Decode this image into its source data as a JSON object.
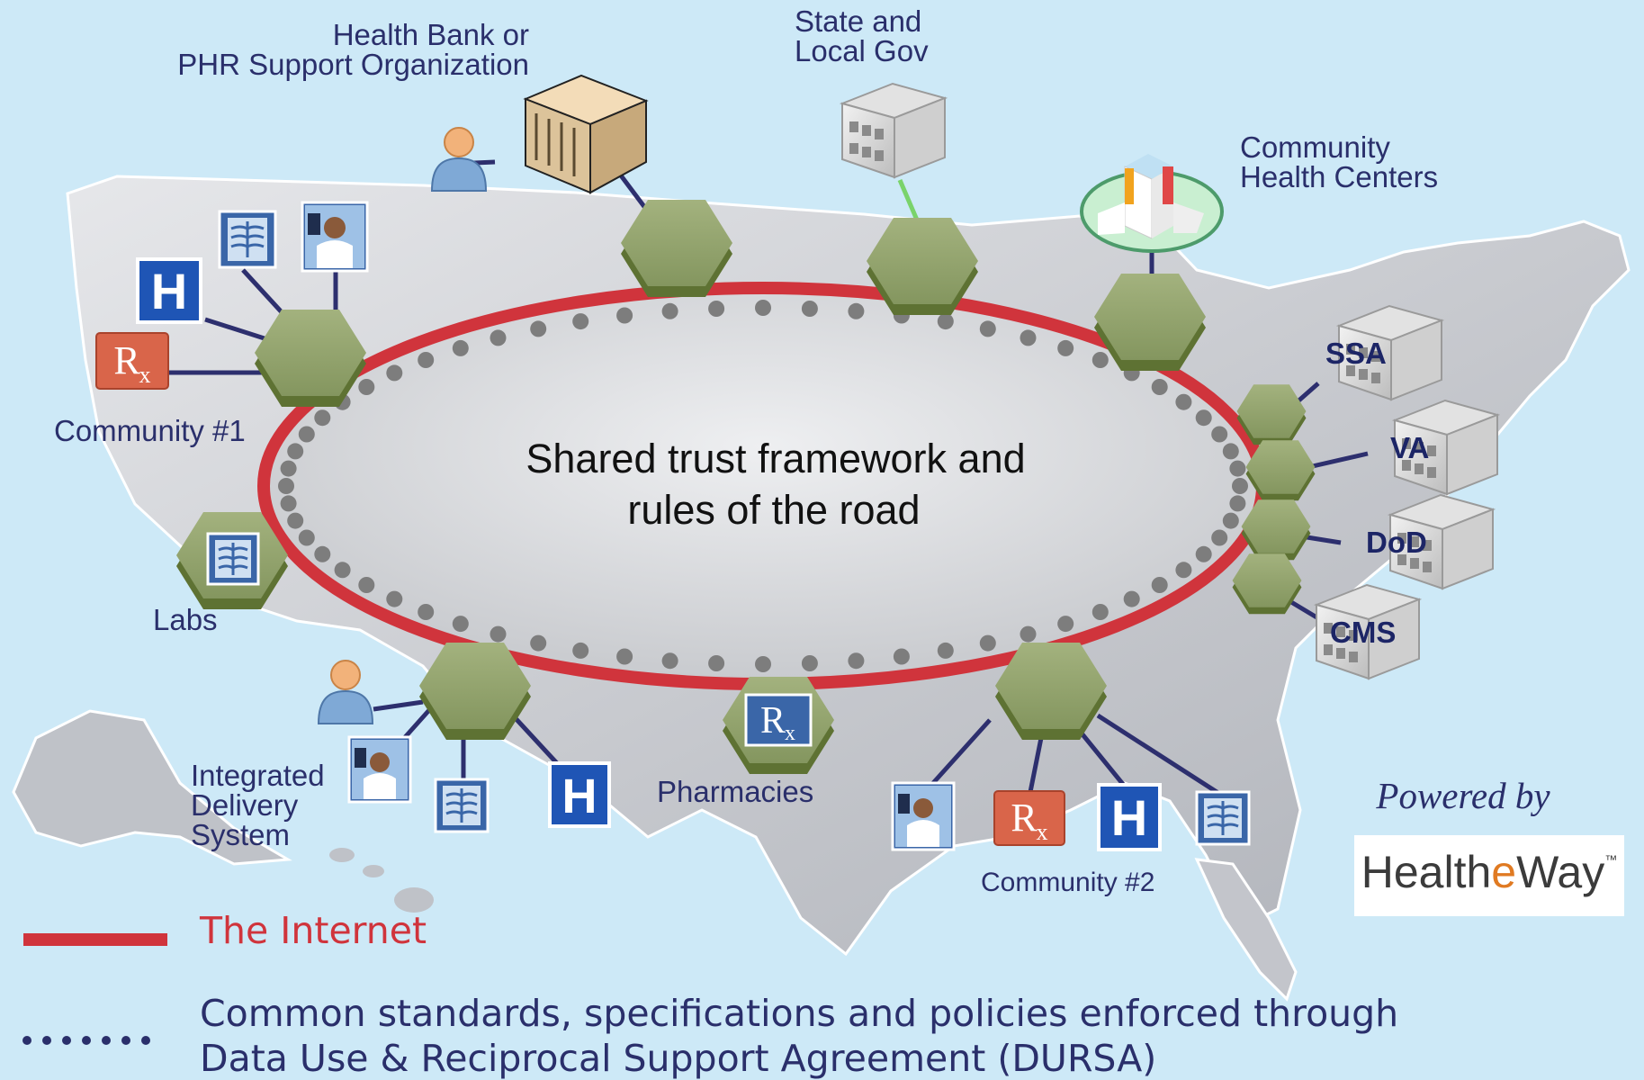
{
  "center": {
    "line1": "Shared trust framework and",
    "line2": "rules of the road"
  },
  "labels": {
    "health_bank_1": "Health Bank or",
    "health_bank_2": "PHR Support Organization",
    "state_gov_1": "State and",
    "state_gov_2": "Local Gov",
    "chc_1": "Community",
    "chc_2": "Health Centers",
    "community1": "Community #1",
    "labs": "Labs",
    "ids_1": "Integrated",
    "ids_2": "Delivery",
    "ids_3": "System",
    "pharmacies": "Pharmacies",
    "community2": "Community #2"
  },
  "agencies": {
    "ssa": "SSA",
    "va": "VA",
    "dod": "DoD",
    "cms": "CMS"
  },
  "icon_text": {
    "rx": "R",
    "rx_sub": "x",
    "hospital": "H"
  },
  "legend": {
    "internet": "The Internet",
    "standards_1": "Common standards, specifications and policies enforced through",
    "standards_2": "Data Use & Reciprocal Support Agreement (DURSA)"
  },
  "brand": {
    "powered_by": "Powered by",
    "logo_a": "Health",
    "logo_b": "e",
    "logo_c": "Way",
    "logo_tm": "™"
  },
  "colors": {
    "background": "#cde9f7",
    "map": "#c4c6cc",
    "ring": "#d0343c",
    "dots": "#7d7d7d",
    "hexagon": "#8fa06b",
    "connector": "#2d2f6e",
    "label_text": "#2a2f6b",
    "legend_red": "#d0343c",
    "logo_orange": "#e07a22"
  }
}
